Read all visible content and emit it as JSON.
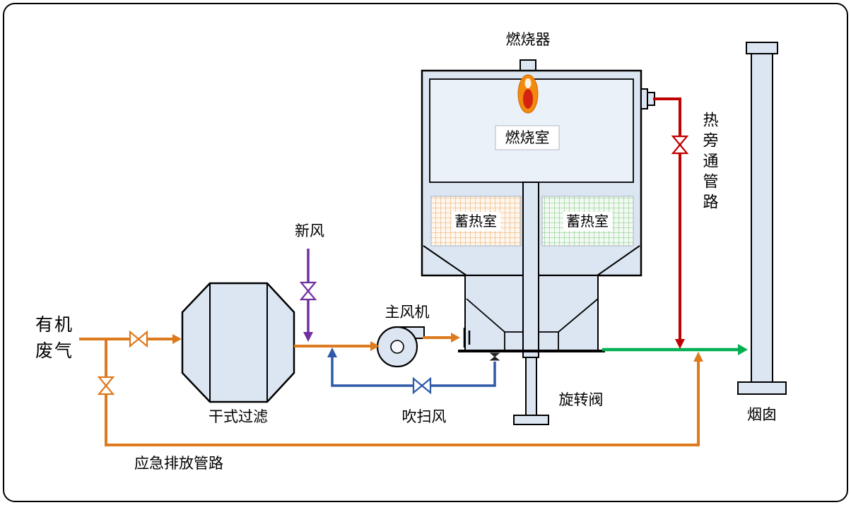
{
  "diagram": {
    "labels": {
      "waste_gas_line1": "有机",
      "waste_gas_line2": "废气",
      "dry_filter": "干式过滤",
      "fresh_air": "新风",
      "main_fan": "主风机",
      "purge_air": "吹扫风",
      "burner": "燃烧器",
      "combustion_chamber": "燃烧室",
      "regenerator_left": "蓄热室",
      "regenerator_right": "蓄热室",
      "rotary_valve": "旋转阀",
      "hot_bypass": "热旁通管路",
      "emergency_line": "应急排放管路",
      "chimney": "烟囱"
    },
    "colors": {
      "waste_gas_orange": "#DD7A1E",
      "fresh_air_purple": "#7030A0",
      "purge_air_blue": "#2F5AA8",
      "hot_bypass_red": "#C00000",
      "clean_gas_green": "#00B050",
      "equipment_fill": "#DCE6F2",
      "chamber_fill": "#EBF1F9",
      "regenerator_grid_left": "#EDA65E",
      "regenerator_grid_right": "#7CC47C",
      "flame_outer": "#F28A0E",
      "flame_inner": "#D42311",
      "outline": "#000000"
    }
  }
}
